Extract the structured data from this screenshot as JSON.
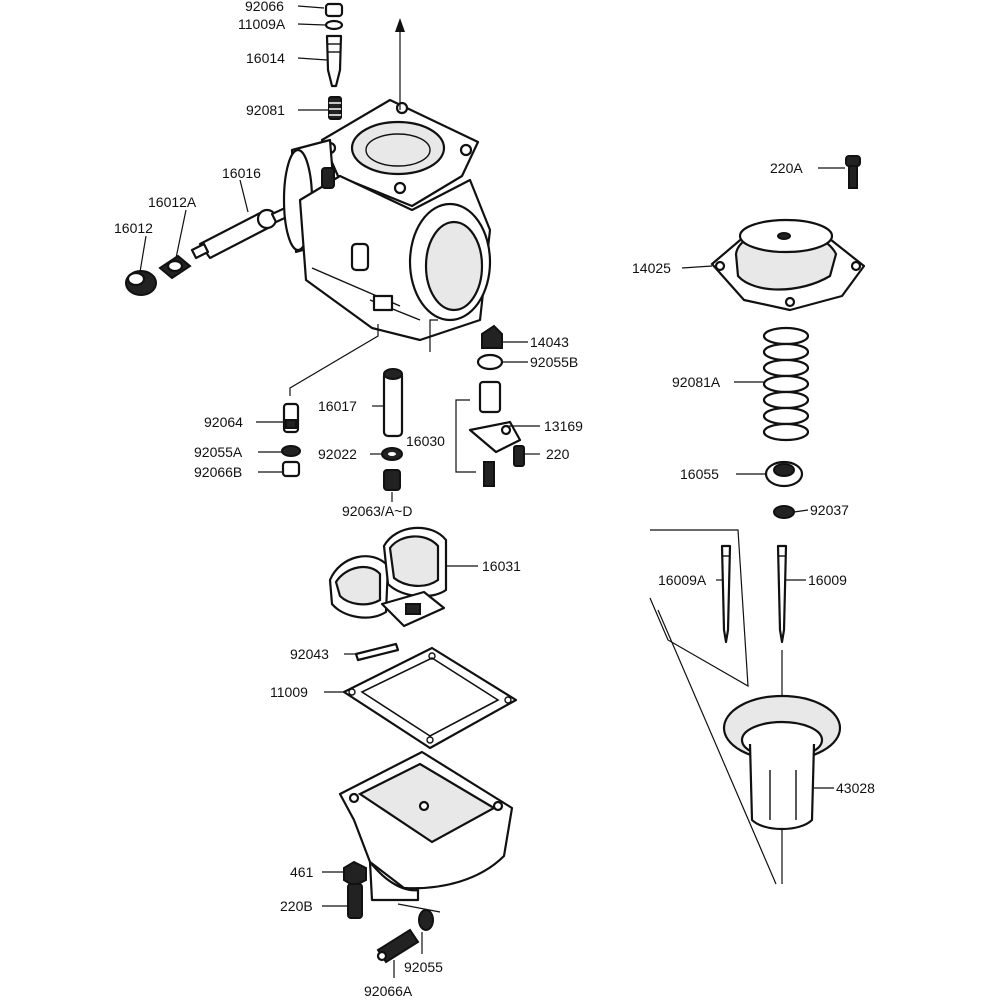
{
  "colors": {
    "line": "#111111",
    "background": "#ffffff"
  },
  "labels": {
    "l_92066_top": "92066",
    "l_11009a": "11009A",
    "l_16014": "16014",
    "l_92081": "92081",
    "l_16016": "16016",
    "l_16012a": "16012A",
    "l_16012": "16012",
    "l_220a": "220A",
    "l_14025": "14025",
    "l_14043": "14043",
    "l_92055b": "92055B",
    "l_92081a": "92081A",
    "l_92064": "92064",
    "l_16017": "16017",
    "l_13169": "13169",
    "l_16030": "16030",
    "l_92055a": "92055A",
    "l_92022": "92022",
    "l_220": "220",
    "l_92066b": "92066B",
    "l_16055": "16055",
    "l_92063": "92063/A~D",
    "l_92037": "92037",
    "l_16031": "16031",
    "l_16009a": "16009A",
    "l_16009": "16009",
    "l_92043": "92043",
    "l_11009": "11009",
    "l_43028": "43028",
    "l_461": "461",
    "l_220b": "220B",
    "l_92055": "92055",
    "l_92066a": "92066A"
  }
}
